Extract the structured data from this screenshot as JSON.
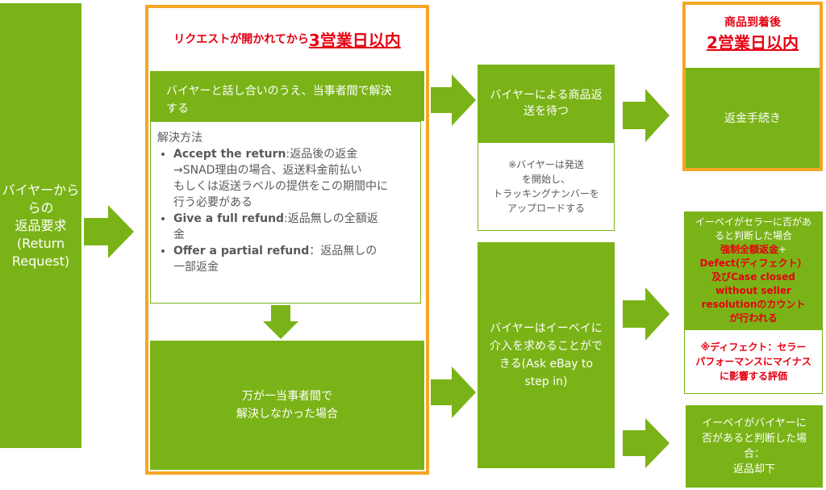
{
  "colors": {
    "green": "#7ab317",
    "orange": "#f5a623",
    "red": "#e60012",
    "gray_text": "#595959"
  },
  "left_box": {
    "line1": "バイヤーから",
    "line2": "らの",
    "line3": "返品要求",
    "line4": "(Return",
    "line5": "Request)"
  },
  "center": {
    "header_prefix": "リクエストが開かれてから",
    "header_emph": "3営業日以内",
    "negotiate_line1": "バイヤーと話し合いのうえ、当事者間で解決",
    "negotiate_line2": "する",
    "methods_title": "解決方法",
    "methods": [
      {
        "bold": "Accept the return",
        "text": ":返品後の返金",
        "extra": [
          "→SNAD理由の場合、返送料金前払い",
          "もしくは返送ラベルの提供をこの期間中に",
          "行う必要がある"
        ]
      },
      {
        "bold": "Give a full refund",
        "text": ":返品無しの全額返",
        "extra": [
          "金"
        ]
      },
      {
        "bold": "Offer a partial refund",
        "text": "：返品無しの",
        "extra": [
          "一部返金"
        ]
      }
    ],
    "unresolved_line1": "万が一当事者間で",
    "unresolved_line2": "解決しなかった場合"
  },
  "wait_box": {
    "line1": "バイヤーによる商品返",
    "line2": "送を待つ"
  },
  "note_box": {
    "line1": "※バイヤーは発送",
    "line2": "を開始し、",
    "line3": "トラッキングナンバーを",
    "line4": "アップロードする"
  },
  "step_in_box": {
    "line1": "バイヤーはイーベイに",
    "line2": "介入を求めることがで",
    "line3": "きる(Ask eBay to",
    "line4": "step in)"
  },
  "arrival": {
    "header1": "商品到着後",
    "header2": "2営業日以内",
    "refund": "返金手続き"
  },
  "seller_fault": {
    "line1": "イーベイがセラーに否があ",
    "line2": "ると判断した場合",
    "red1": "強制全額返金",
    "plus": "+",
    "red2": "Defect(ディフェクト）",
    "red3": "及びCase closed",
    "red4": "without seller",
    "red5": "resolutionのカウント",
    "red6": "が行われる"
  },
  "defect_note": {
    "line1": "※ディフェクト：セラー",
    "line2": "パフォーマンスにマイナス",
    "line3": "に影響する評価"
  },
  "buyer_fault": {
    "line1": "イーベイがバイヤーに",
    "line2": "否があると判断した場",
    "line3": "合：",
    "line4": "返品却下"
  }
}
